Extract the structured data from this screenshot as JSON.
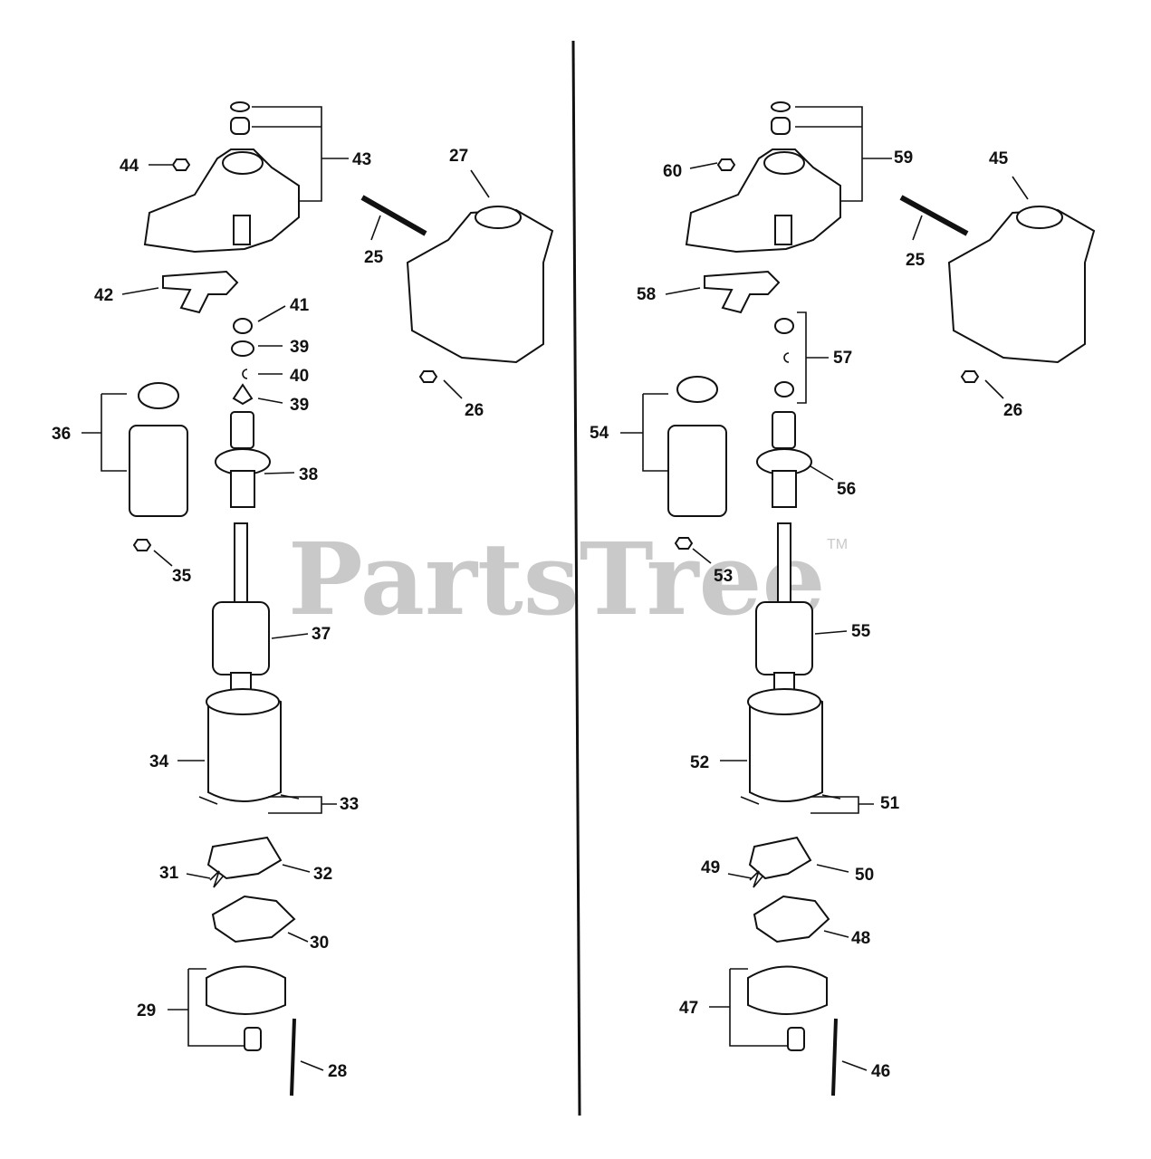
{
  "watermark": {
    "text": "PartsTree",
    "tm": "TM"
  },
  "left_labels": {
    "l44": "44",
    "l43": "43",
    "l27": "27",
    "l25": "25",
    "l42": "42",
    "l41": "41",
    "l39a": "39",
    "l40": "40",
    "l39b": "39",
    "l26": "26",
    "l36": "36",
    "l38": "38",
    "l35": "35",
    "l37": "37",
    "l34": "34",
    "l33": "33",
    "l31": "31",
    "l32": "32",
    "l30": "30",
    "l29": "29",
    "l28": "28"
  },
  "right_labels": {
    "l60": "60",
    "l59": "59",
    "l45": "45",
    "l25": "25",
    "l58": "58",
    "l57": "57",
    "l26": "26",
    "l54": "54",
    "l56": "56",
    "l53": "53",
    "l55": "55",
    "l52": "52",
    "l51": "51",
    "l49": "49",
    "l50": "50",
    "l48": "48",
    "l47": "47",
    "l46": "46"
  }
}
